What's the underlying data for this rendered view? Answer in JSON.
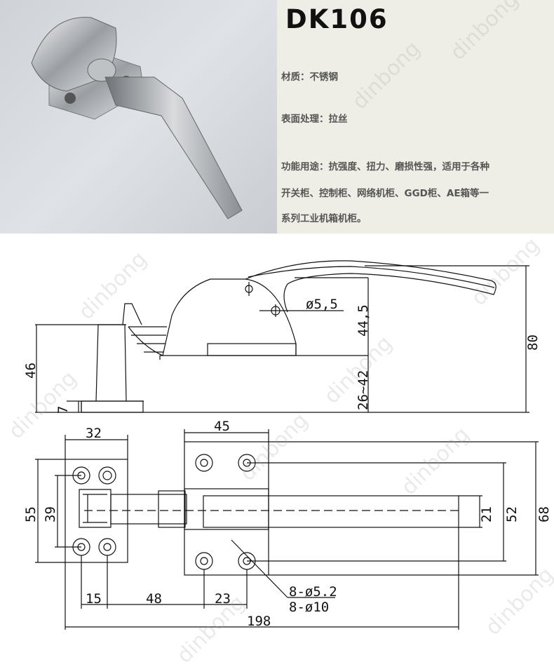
{
  "product": {
    "model": "DK106"
  },
  "specs": {
    "material": "材质：不锈钢",
    "surface": "表面处理：拉丝",
    "usage_line1": "功能用途：抗强度、扭力、磨损性强，适用于各种",
    "usage_line2": "开关柜、控制柜、网络机柜、GGD柜、AE箱等一",
    "usage_line3": "系列工业机箱机柜。"
  },
  "watermark": "dinbong",
  "side_view": {
    "hole": "ø5,5",
    "h_lever": "44,5",
    "h_total": "80",
    "h_base": "46",
    "h_plate": "7",
    "door": "26~42"
  },
  "plan_view": {
    "w_plate": "32",
    "w_bracket": "45",
    "h_plate": "55",
    "h_holes": "39",
    "w_bar": "21",
    "h_holes2": "52",
    "h_bracket": "68",
    "d15": "15",
    "d48": "48",
    "d23": "23",
    "total": "198",
    "holes_small": "8-ø5.2",
    "holes_large": "8-ø10"
  },
  "colors": {
    "line": "#111111",
    "info_bg": "#efeee6"
  }
}
